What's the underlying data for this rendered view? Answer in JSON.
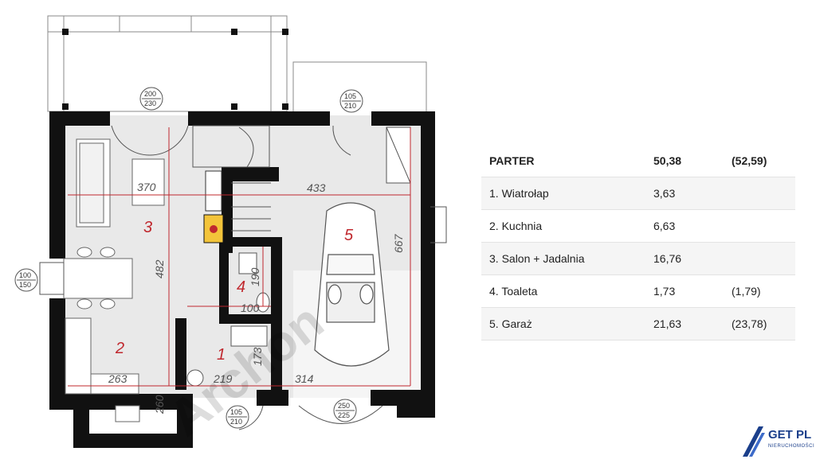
{
  "plan": {
    "dims": {
      "d370": "370",
      "d482": "482",
      "d433": "433",
      "d667": "667",
      "d190": "190",
      "d100": "100",
      "d263": "263",
      "d260": "260",
      "d219": "219",
      "d173": "173",
      "d314": "314"
    },
    "openings": {
      "top_door_a": "200",
      "top_door_b": "230",
      "garage_door_top_a": "105",
      "garage_door_top_b": "210",
      "left_window_a": "100",
      "left_window_b": "150",
      "entry_door_a": "105",
      "entry_door_b": "210",
      "garage_gate_a": "250",
      "garage_gate_b": "225"
    },
    "rooms": {
      "r1": "1",
      "r2": "2",
      "r3": "3",
      "r4": "4",
      "r5": "5"
    },
    "watermark": "Archon"
  },
  "table": {
    "header": {
      "name": "PARTER",
      "area": "50,38",
      "alt": "(52,59)"
    },
    "rows": [
      {
        "name": "1. Wiatrołap",
        "area": "3,63",
        "alt": ""
      },
      {
        "name": "2. Kuchnia",
        "area": "6,63",
        "alt": ""
      },
      {
        "name": "3. Salon + Jadalnia",
        "area": "16,76",
        "alt": ""
      },
      {
        "name": "4. Toaleta",
        "area": "1,73",
        "alt": "(1,79)"
      },
      {
        "name": "5. Garaż",
        "area": "21,63",
        "alt": "(23,78)"
      }
    ]
  },
  "logo": {
    "name": "GET PL",
    "sub": "NIERUCHOMOŚCI"
  },
  "colors": {
    "wall": "#111111",
    "floor": "#e9e9e9",
    "dim_line": "#c0282e",
    "brand": "#1b3f8b"
  }
}
